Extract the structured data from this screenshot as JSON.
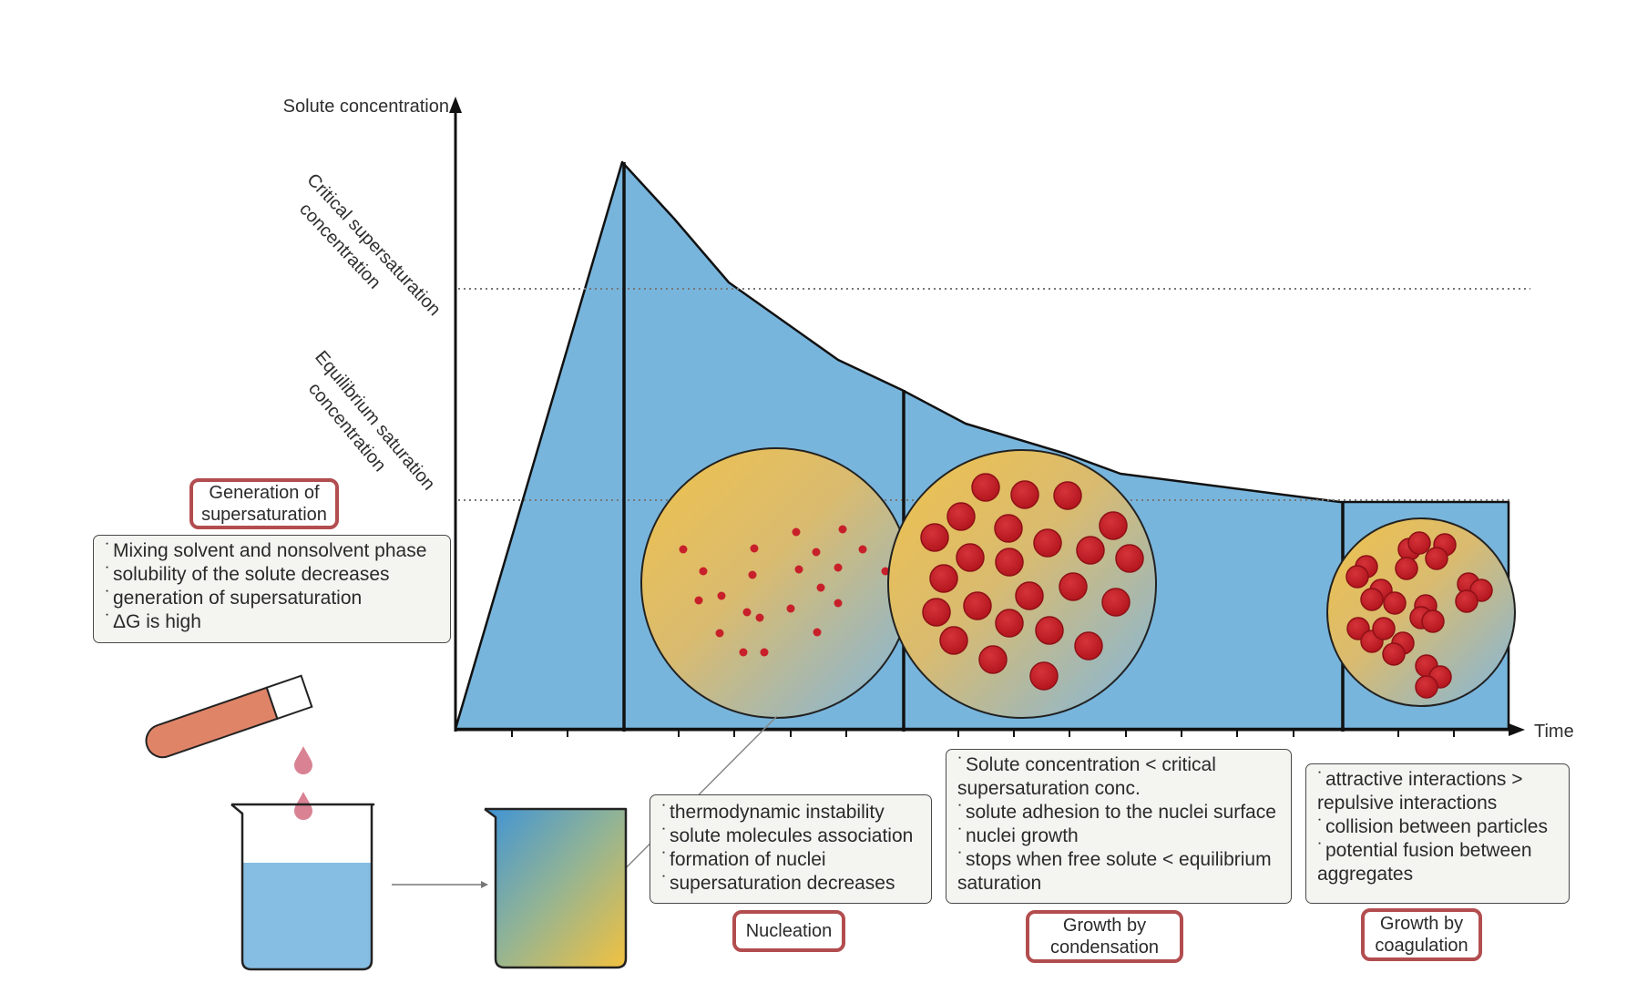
{
  "axes": {
    "y_label": "Solute concentration",
    "x_label": "Time",
    "critical_label_line1": "Critical supersaturation",
    "critical_label_line2": "concentration",
    "equilibrium_label_line1": "Equilibrium saturation",
    "equilibrium_label_line2": "concentration"
  },
  "stages": {
    "generation": {
      "title_line1": "Generation of",
      "title_line2": "supersaturation",
      "bullets": [
        "Mixing solvent and nonsolvent phase",
        "solubility of the solute decreases",
        "generation of supersaturation",
        "ΔG is high"
      ]
    },
    "nucleation": {
      "title": "Nucleation",
      "bullets": [
        "thermodynamic instability",
        "solute molecules association",
        "formation of nuclei",
        "supersaturation decreases"
      ]
    },
    "condensation": {
      "title_line1": "Growth by",
      "title_line2": "condensation",
      "lines": [
        "Solute concentration < critical",
        "supersaturation conc.",
        "solute adhesion to the nuclei surface",
        "nuclei growth",
        "stops when free solute < equilibrium",
        "saturation"
      ]
    },
    "coagulation": {
      "title_line1": "Growth by",
      "title_line2": "coagulation",
      "lines": [
        "attractive interactions >",
        "repulsive interactions",
        "collision between particles",
        "potential fusion between",
        "aggregates"
      ]
    }
  },
  "bullet_mark": "˙",
  "colors": {
    "curve_fill": "#78b5dc",
    "particle": "#c8202a",
    "label_border": "#b24d4f",
    "tube": "#e08468",
    "liquid": "#86bde3",
    "gradient_yellow": "#f0c24c",
    "gradient_blue": "#7fb6e0"
  },
  "icons": [
    "test-tube-icon",
    "droplet-icon",
    "beaker-icon",
    "gradient-beaker-icon",
    "arrow-right-icon"
  ]
}
